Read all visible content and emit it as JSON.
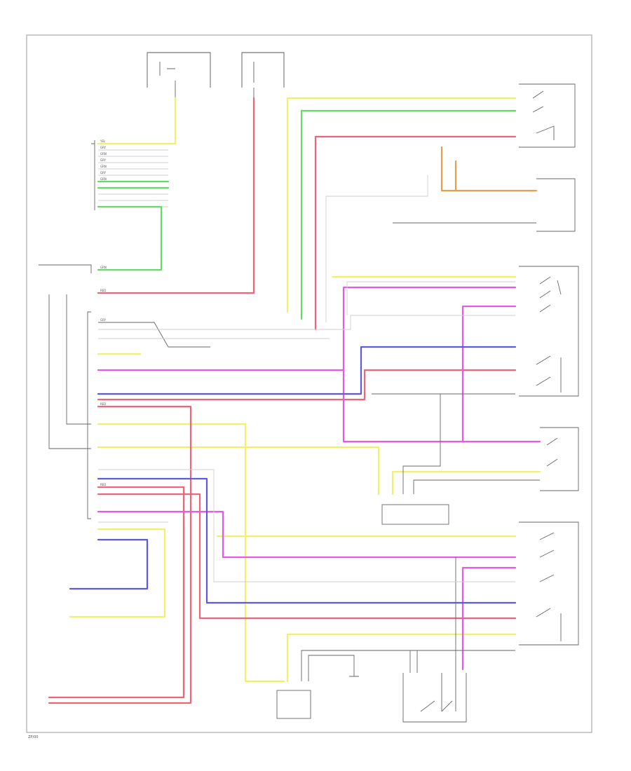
{
  "footer_code": "ZP/00",
  "colors": {
    "yellow": "#f0f06a",
    "green": "#62dc62",
    "red": "#f06478",
    "magenta": "#e858e8",
    "blue": "#5a5ae6",
    "orange": "#e0a050",
    "gray": "#666666",
    "pale": "#cfcfcf"
  },
  "wire_codes": [
    "YEL",
    "GRY",
    "GRN",
    "GRY",
    "GRN",
    "GRY",
    "GRN",
    "RED",
    "RED",
    "GRN",
    "GRY",
    "RED"
  ]
}
